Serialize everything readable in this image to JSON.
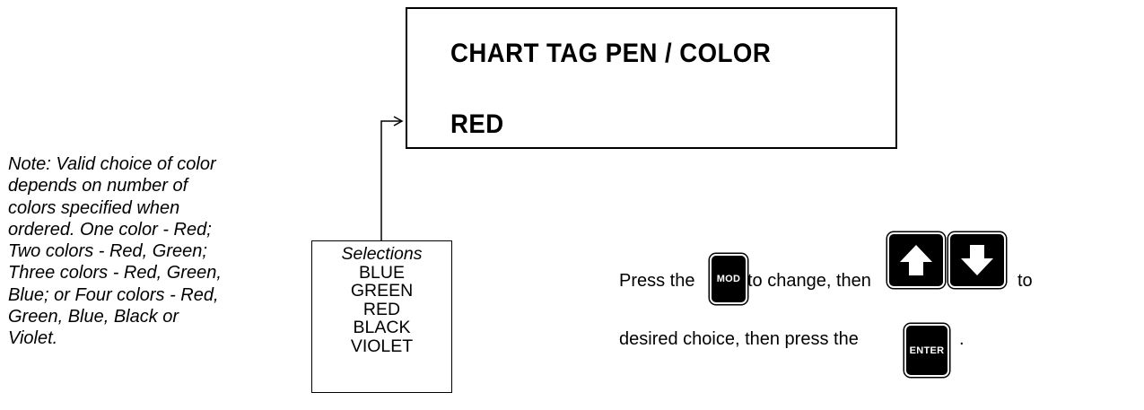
{
  "display": {
    "line1": "CHART TAG PEN / COLOR",
    "line2": "RED"
  },
  "note": {
    "text": "Note: Valid choice of color depends on number of colors specified when ordered.  One color - Red; Two colors - Red, Green; Three colors - Red, Green, Blue; or Four colors - Red, Green, Blue, Black or Violet."
  },
  "selections": {
    "title": "Selections",
    "items": [
      "BLUE",
      "GREEN",
      "RED",
      "BLACK",
      "VIOLET"
    ]
  },
  "instructions": {
    "press_the": "Press the",
    "to_change_then": "to change, then",
    "to": "to",
    "desired_choice": "desired choice, then press the",
    "period": "."
  },
  "keys": {
    "mod": "MOD",
    "up": "up-arrow-icon",
    "down": "down-arrow-icon",
    "enter": "ENTER"
  }
}
